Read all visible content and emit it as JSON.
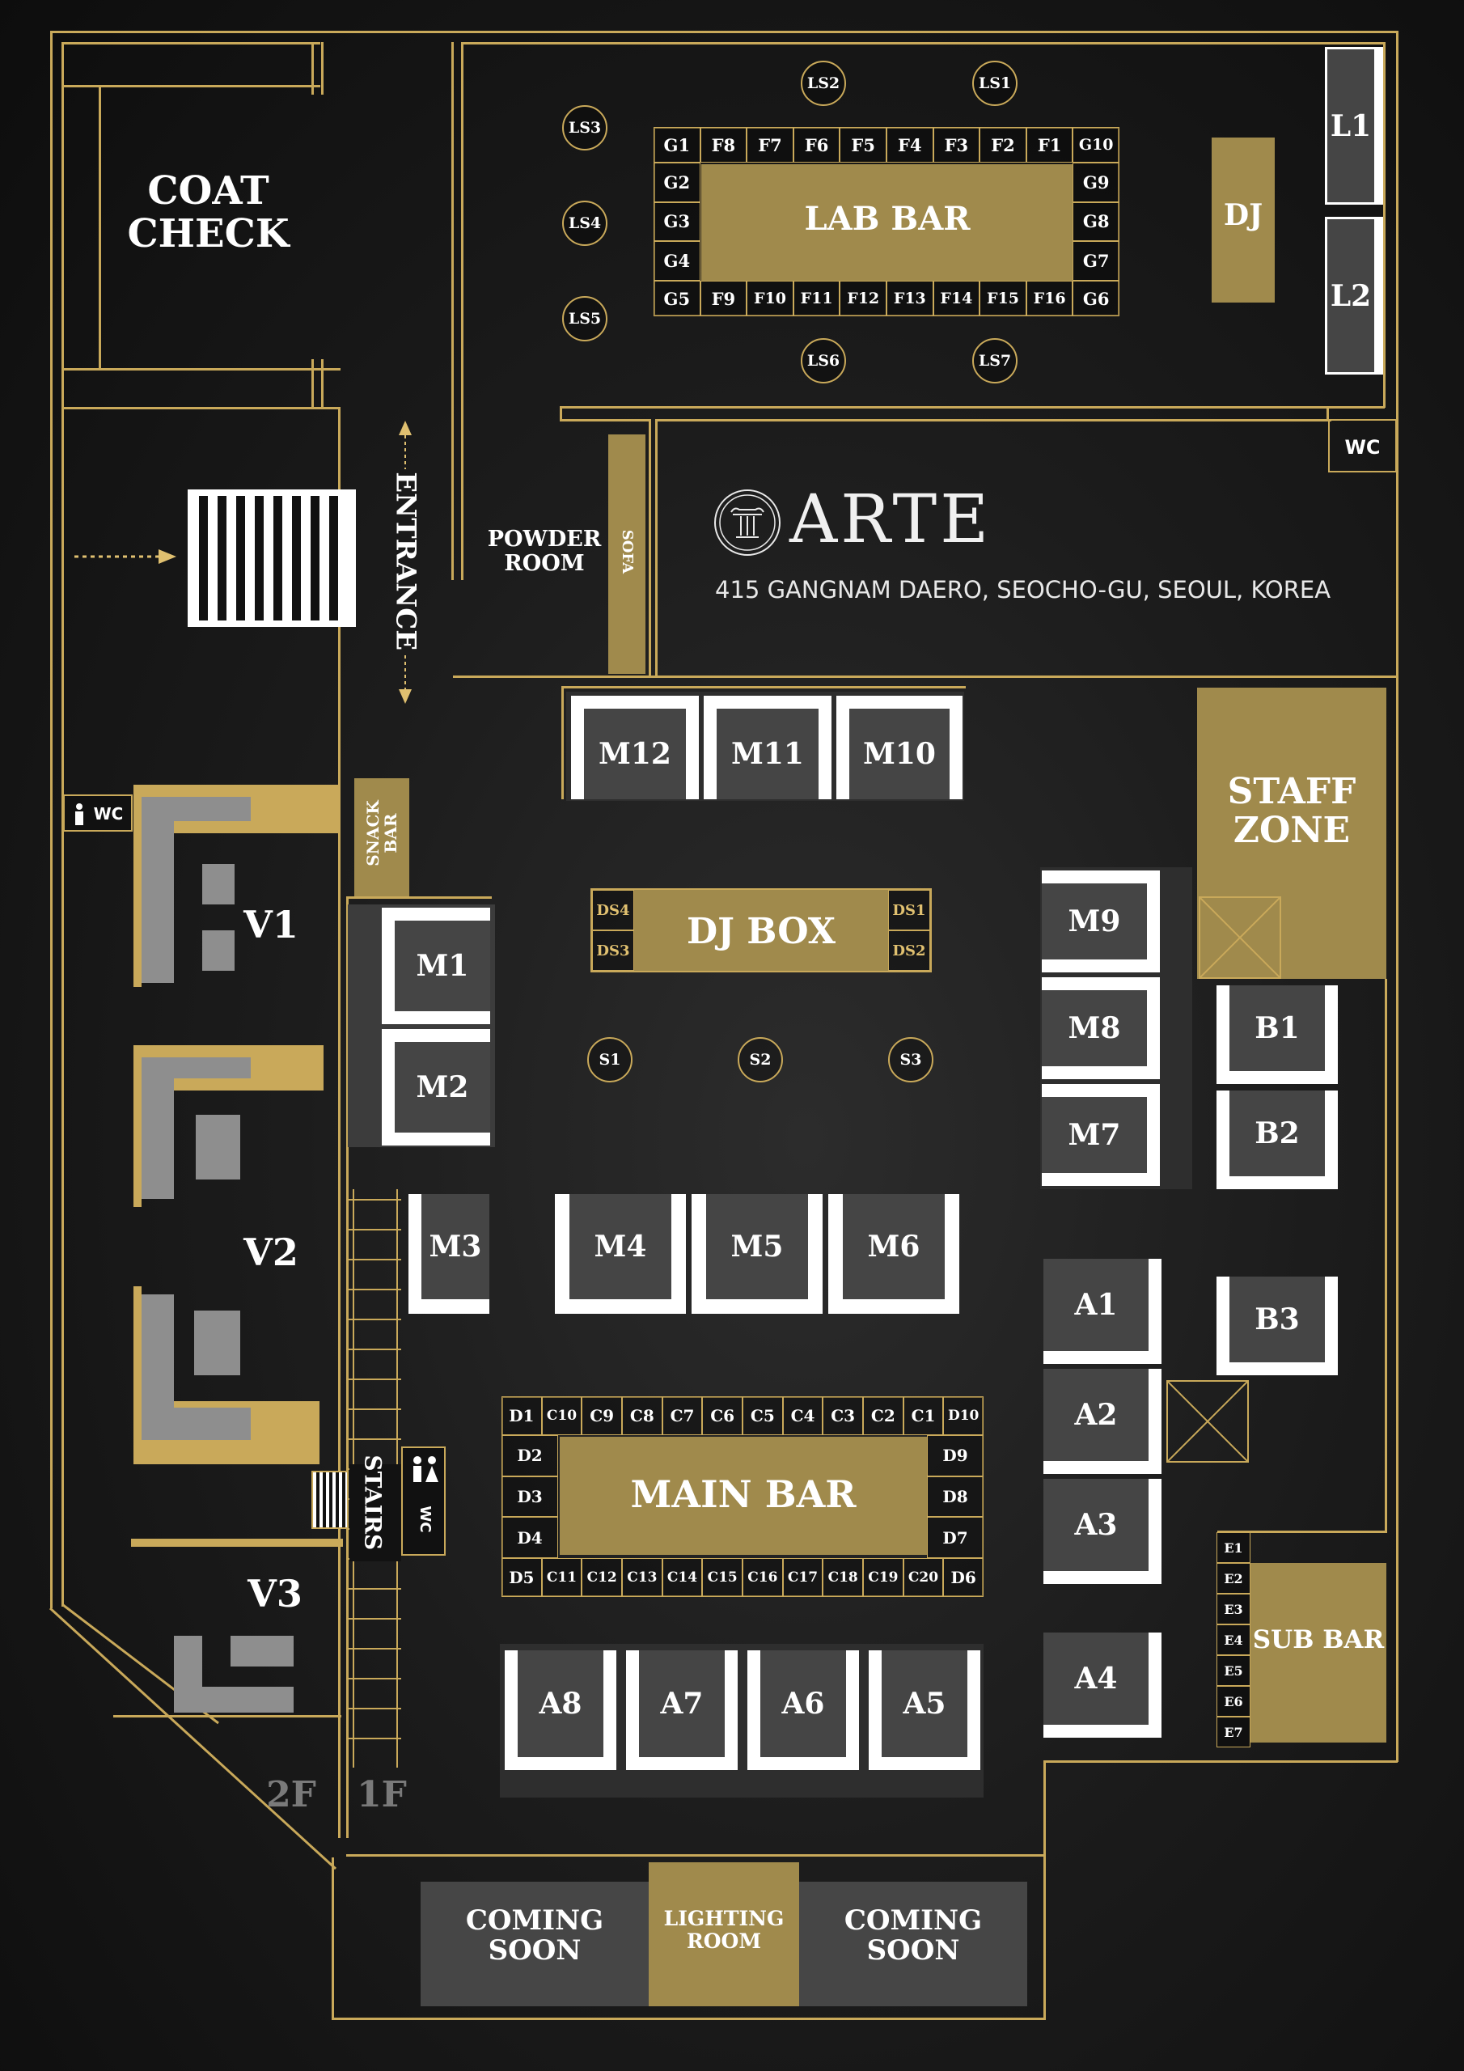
{
  "venue": {
    "name": "ARTE",
    "address": "415 GANGNAM DAERO, SEOCHO-GU, SEOUL, KOREA"
  },
  "areas": {
    "coat_check": [
      "COAT",
      "CHECK"
    ],
    "entrance": "ENTRANCE",
    "powder_room": [
      "POWDER",
      "ROOM"
    ],
    "sofa": "SOFA",
    "snack_bar": [
      "SNACK",
      "BAR"
    ],
    "lab_bar": "LAB BAR",
    "dj": "DJ",
    "dj_box": "DJ BOX",
    "staff_zone": [
      "STAFF",
      "ZONE"
    ],
    "main_bar": "MAIN BAR",
    "sub_bar": "SUB BAR",
    "stairs": "STAIRS",
    "wc": "WC",
    "lighting_room": [
      "LIGHTING",
      "ROOM"
    ],
    "coming_soon": [
      "COMING",
      "SOON"
    ],
    "floor_2f": "2F",
    "floor_1f": "1F"
  },
  "lounge": [
    "L1",
    "L2"
  ],
  "lab_bar_seats": {
    "top": [
      "G1",
      "F8",
      "F7",
      "F6",
      "F5",
      "F4",
      "F3",
      "F2",
      "F1",
      "G10"
    ],
    "bottom": [
      "G5",
      "F9",
      "F10",
      "F11",
      "F12",
      "F13",
      "F14",
      "F15",
      "F16",
      "G6"
    ],
    "left": [
      "G2",
      "G3",
      "G4"
    ],
    "right": [
      "G9",
      "G8",
      "G7"
    ]
  },
  "lab_standing": [
    "LS1",
    "LS2",
    "LS3",
    "LS4",
    "LS5",
    "LS6",
    "LS7"
  ],
  "dj_box_seats": [
    "DS1",
    "DS2",
    "DS3",
    "DS4"
  ],
  "standing": [
    "S1",
    "S2",
    "S3"
  ],
  "booths_m": [
    "M1",
    "M2",
    "M3",
    "M4",
    "M5",
    "M6",
    "M7",
    "M8",
    "M9",
    "M10",
    "M11",
    "M12"
  ],
  "booths_a": [
    "A1",
    "A2",
    "A3",
    "A4",
    "A5",
    "A6",
    "A7",
    "A8"
  ],
  "booths_b": [
    "B1",
    "B2",
    "B3"
  ],
  "vip": [
    "V1",
    "V2",
    "V3"
  ],
  "main_bar_seats": {
    "top": [
      "D1",
      "C10",
      "C9",
      "C8",
      "C7",
      "C6",
      "C5",
      "C4",
      "C3",
      "C2",
      "C1",
      "D10"
    ],
    "bottom": [
      "D5",
      "C11",
      "C12",
      "C13",
      "C14",
      "C15",
      "C16",
      "C17",
      "C18",
      "C19",
      "C20",
      "D6"
    ],
    "left": [
      "D2",
      "D3",
      "D4"
    ],
    "right": [
      "D9",
      "D8",
      "D7"
    ]
  },
  "sub_bar_seats": [
    "E1",
    "E2",
    "E3",
    "E4",
    "E5",
    "E6",
    "E7"
  ],
  "colors": {
    "gold": "#c9a95a",
    "gold_fill": "#a08a4c",
    "booth_fill": "#454545",
    "background": "#1a1a1a"
  }
}
